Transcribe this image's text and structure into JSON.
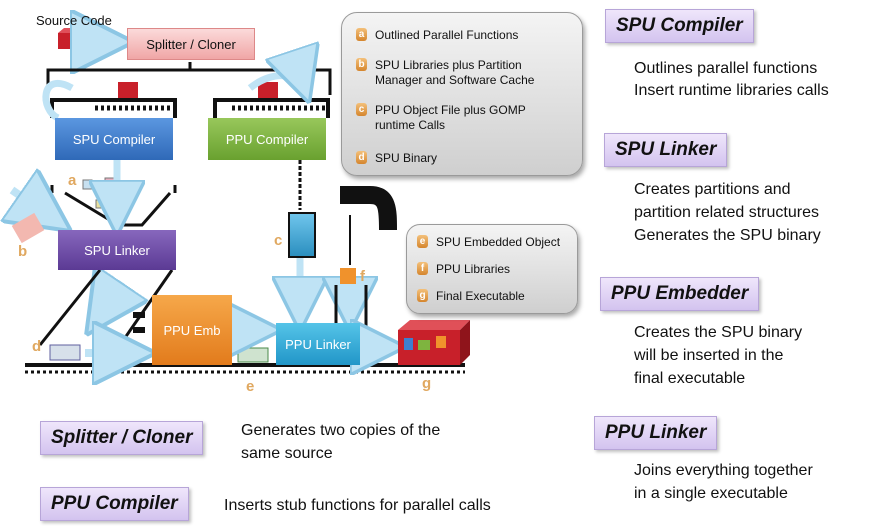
{
  "diagram": {
    "source_code": "Source Code",
    "splitter": "Splitter / Cloner",
    "spu_compiler": "SPU Compiler",
    "ppu_compiler": "PPU Compiler",
    "spu_linker": "SPU Linker",
    "ppu_emb": "PPU Emb",
    "ppu_linker": "PPU Linker",
    "letters": {
      "a": "a",
      "b": "b",
      "c": "c",
      "d": "d",
      "e": "e",
      "f": "f",
      "g": "g"
    }
  },
  "legend_top": [
    {
      "letter": "a",
      "text": "Outlined Parallel Functions"
    },
    {
      "letter": "b",
      "text": "SPU Libraries plus Partition Manager and Software Cache"
    },
    {
      "letter": "c",
      "text": "PPU Object File plus GOMP runtime Calls"
    },
    {
      "letter": "d",
      "text": "SPU Binary"
    }
  ],
  "legend_bottom": [
    {
      "letter": "e",
      "text": "SPU Embedded Object"
    },
    {
      "letter": "f",
      "text": "PPU Libraries"
    },
    {
      "letter": "g",
      "text": "Final Executable"
    }
  ],
  "descriptions": {
    "spu_compiler": {
      "title": "SPU Compiler",
      "lines": [
        "Outlines parallel functions",
        "Insert runtime libraries calls"
      ]
    },
    "spu_linker": {
      "title": "SPU Linker",
      "lines": [
        "Creates partitions and",
        "partition related structures",
        "Generates the SPU binary"
      ]
    },
    "ppu_embedder": {
      "title": "PPU Embedder",
      "lines": [
        "Creates the SPU binary",
        "will be inserted in the",
        "final executable"
      ]
    },
    "ppu_linker": {
      "title": "PPU Linker",
      "lines": [
        "Joins everything together",
        "in a single executable"
      ]
    },
    "splitter": {
      "title": "Splitter / Cloner",
      "lines": [
        "Generates two copies of the",
        "same source"
      ]
    },
    "ppu_compiler": {
      "title": "PPU Compiler",
      "lines": [
        "Inserts stub functions for parallel calls"
      ]
    }
  },
  "colors": {
    "spu_blue": "#3d7fd0",
    "ppu_green": "#7eb43f",
    "linker_purple": "#6f4ba6",
    "emb_orange": "#f0922c",
    "ppu_linker_cyan": "#2fb3dc",
    "arrow_blue": "#bfe3f5"
  }
}
